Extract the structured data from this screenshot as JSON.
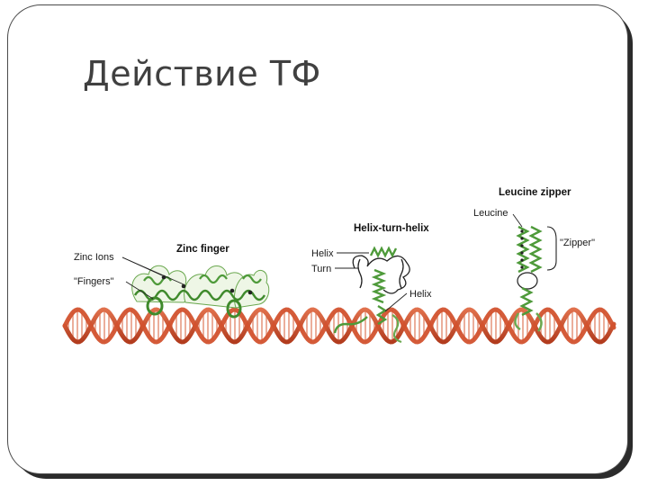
{
  "slide": {
    "title": "Действие ТФ"
  },
  "diagram": {
    "motifs": [
      {
        "name": "Zinc finger",
        "labels": [
          "Zinc Ions",
          "\"Fingers\""
        ]
      },
      {
        "name": "Helix-turn-helix",
        "labels": [
          "Helix",
          "Turn",
          "Helix"
        ]
      },
      {
        "name": "Leucine zipper",
        "labels": [
          "Leucine",
          "\"Zipper\""
        ]
      }
    ],
    "colors": {
      "dna_strand": "#d2522e",
      "dna_strand_dark": "#b03a1c",
      "dna_rungs": "#e69a82",
      "protein": "#4e9a3a",
      "protein_light": "#8cc06c"
    }
  }
}
